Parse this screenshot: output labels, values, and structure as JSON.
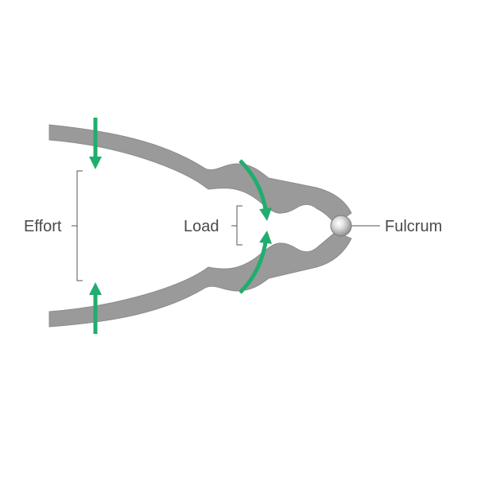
{
  "labels": {
    "effort": "Effort",
    "load": "Load",
    "fulcrum": "Fulcrum"
  },
  "colors": {
    "arm": "#9a9a9a",
    "arm_edge": "#8c8c8c",
    "arrow": "#1fae6e",
    "bracket": "#555555",
    "text": "#4a4a4a",
    "background": "#ffffff"
  },
  "icons": {
    "pivot": "fulcrum-pivot-ball",
    "effort_arrows": "down-arrow, up-arrow",
    "load_arrows": "curved-arrow"
  }
}
